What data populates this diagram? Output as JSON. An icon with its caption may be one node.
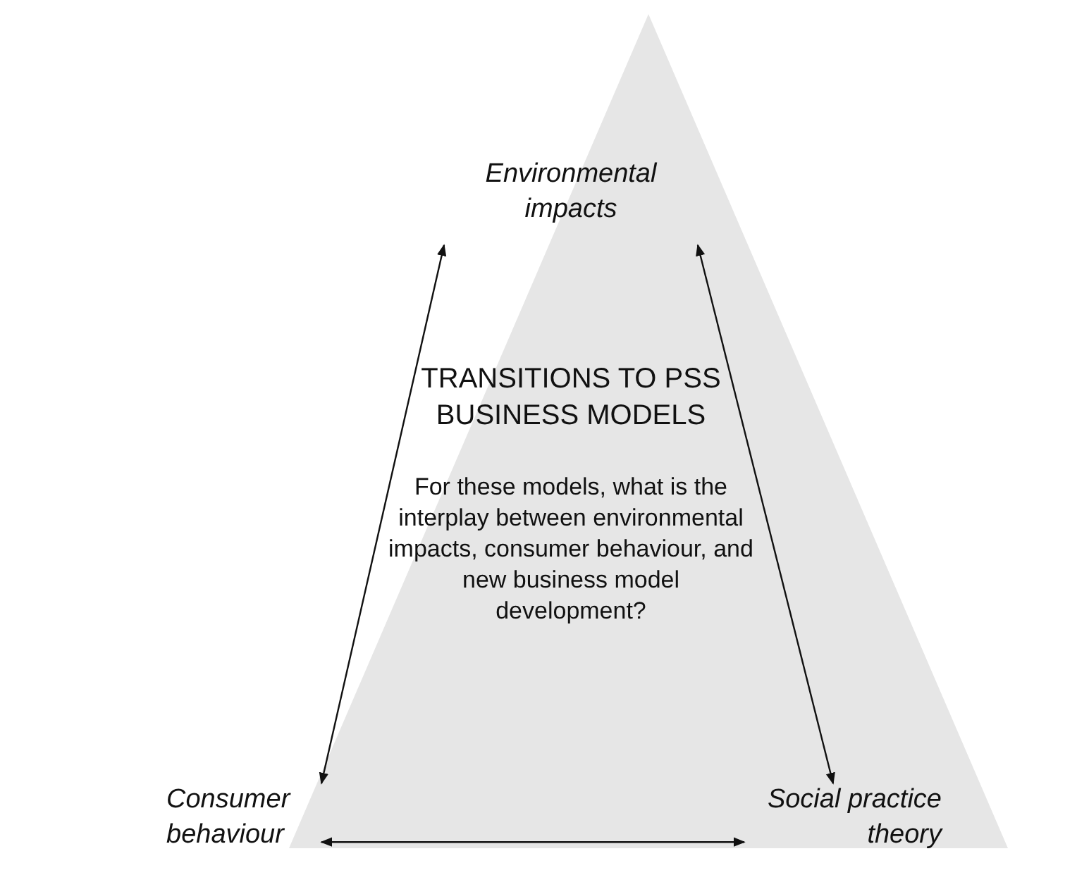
{
  "diagram": {
    "nodes": [
      {
        "text": [
          "Environmental impacts"
        ]
      },
      {
        "text": [
          "Consumer behaviour"
        ]
      },
      {
        "text": [
          "Social practice theory"
        ]
      }
    ],
    "edges": [
      {
        "from": 0,
        "to": 1,
        "arrow": "both"
      },
      {
        "from": 0,
        "to": 2,
        "arrow": "both"
      },
      {
        "from": 1,
        "to": 2,
        "arrow": "both"
      }
    ],
    "labels": [
      "TRANSITIONS TO PSS BUSINESS MODELS",
      "For these models, what is the interplay between environmental impacts, consumer behaviour, and new business model development?"
    ]
  }
}
